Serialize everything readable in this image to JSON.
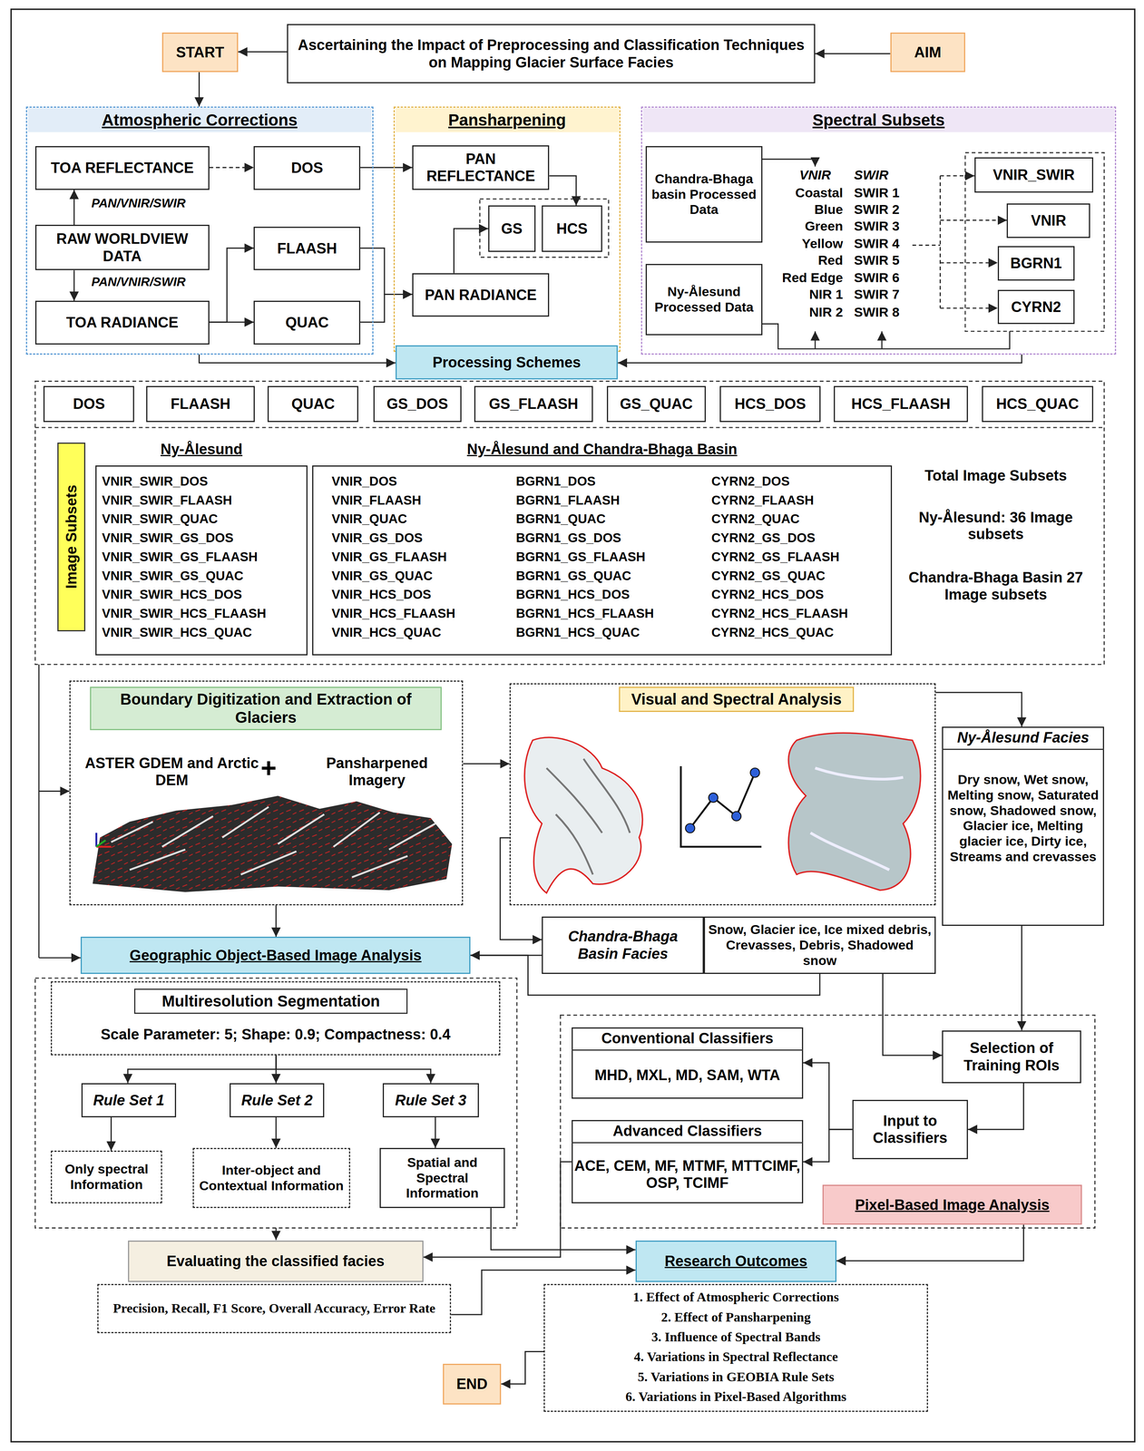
{
  "diagram": {
    "nodes": [
      {
        "text": [
          "Ascertaining the Impact of Preprocessing and Classification Techniques on Mapping Glacier Surface Facies"
        ]
      },
      {
        "text": [
          "START"
        ]
      },
      {
        "text": [
          "AIM"
        ]
      },
      {
        "text": [
          "Atmospheric Corrections"
        ]
      },
      {
        "text": [
          "TOA REFLECTANCE"
        ],
        "in": 3
      },
      {
        "text": [
          "DOS"
        ],
        "in": 3
      },
      {
        "text": [
          "RAW WORLDVIEW DATA"
        ],
        "in": 3
      },
      {
        "text": [
          "TOA RADIANCE"
        ],
        "in": 3
      },
      {
        "text": [
          "FLAASH"
        ],
        "in": 3
      },
      {
        "text": [
          "QUAC"
        ],
        "in": 3
      },
      {
        "text": [
          "Pansharpening"
        ]
      },
      {
        "text": [
          "PAN REFLECTANCE"
        ],
        "in": 10
      },
      {
        "text": [
          "GS"
        ],
        "in": 10
      },
      {
        "text": [
          "HCS"
        ],
        "in": 10
      },
      {
        "text": [
          "PAN RADIANCE"
        ],
        "in": 10
      },
      {
        "text": [
          "Spectral Subsets"
        ]
      },
      {
        "text": [
          "Chandra-Bhaga basin Processed Data"
        ],
        "in": 15
      },
      {
        "text": [
          "Ny-Ålesund Processed Data"
        ],
        "in": 15
      },
      {
        "text": [
          "VNIR_SWIR"
        ],
        "in": 15
      },
      {
        "text": [
          "VNIR"
        ],
        "in": 15
      },
      {
        "text": [
          "BGRN1"
        ],
        "in": 15
      },
      {
        "text": [
          "CYRN2"
        ],
        "in": 15
      },
      {
        "text": [
          "Processing Schemes"
        ]
      },
      {
        "text": [
          "DOS"
        ]
      },
      {
        "text": [
          "FLAASH"
        ]
      },
      {
        "text": [
          "QUAC"
        ]
      },
      {
        "text": [
          "GS_DOS"
        ]
      },
      {
        "text": [
          "GS_FLAASH"
        ]
      },
      {
        "text": [
          "GS_QUAC"
        ]
      },
      {
        "text": [
          "HCS_DOS"
        ]
      },
      {
        "text": [
          "HCS_FLAASH"
        ]
      },
      {
        "text": [
          "HCS_QUAC"
        ]
      },
      {
        "text": [
          "Image Subsets"
        ]
      },
      {
        "text": [
          "Ny-Ålesund",
          "VNIR_SWIR_DOS",
          "VNIR_SWIR_FLAASH",
          "VNIR_SWIR_QUAC",
          "VNIR_SWIR_GS_DOS",
          "VNIR_SWIR_GS_FLAASH",
          "VNIR_SWIR_GS_QUAC",
          "VNIR_SWIR_HCS_DOS",
          "VNIR_SWIR_HCS_FLAASH",
          "VNIR_SWIR_HCS_QUAC"
        ]
      },
      {
        "text": [
          "Ny-Ålesund and Chandra-Bhaga Basin",
          "VNIR_DOS",
          "VNIR_FLAASH",
          "VNIR_QUAC",
          "VNIR_GS_DOS",
          "VNIR_GS_FLAASH",
          "VNIR_GS_QUAC",
          "VNIR_HCS_DOS",
          "VNIR_HCS_FLAASH",
          "VNIR_HCS_QUAC",
          "BGRN1_DOS",
          "BGRN1_FLAASH",
          "BGRN1_QUAC",
          "BGRN1_GS_DOS",
          "BGRN1_GS_FLAASH",
          "BGRN1_GS_QUAC",
          "BGRN1_HCS_DOS",
          "BGRN1_HCS_FLAASH",
          "BGRN1_HCS_QUAC",
          "CYRN2_DOS",
          "CYRN2_FLAASH",
          "CYRN2_QUAC",
          "CYRN2_GS_DOS",
          "CYRN2_GS_FLAASH",
          "CYRN2_GS_QUAC",
          "CYRN2_HCS_DOS",
          "CYRN2_HCS_FLAASH",
          "CYRN2_HCS_QUAC"
        ]
      },
      {
        "text": [
          "Boundary Digitization and Extraction of Glaciers",
          "ASTER GDEM and Arctic DEM",
          "+",
          "Pansharpened Imagery"
        ]
      },
      {
        "text": [
          "Visual and Spectral Analysis"
        ]
      },
      {
        "text": [
          "Ny-Ålesund Facies",
          "Dry snow, Wet snow, Melting snow, Saturated snow, Shadowed snow, Glacier ice, Melting glacier ice, Dirty ice, Streams and crevasses"
        ]
      },
      {
        "text": [
          "Chandra-Bhaga Basin Facies"
        ]
      },
      {
        "text": [
          "Snow, Glacier ice, Ice mixed debris, Crevasses, Debris, Shadowed snow"
        ]
      },
      {
        "text": [
          "Geographic Object-Based Image Analysis"
        ]
      },
      {
        "text": [
          "Multiresolution Segmentation",
          "Scale Parameter: 5; Shape: 0.9; Compactness: 0.4"
        ]
      },
      {
        "text": [
          "Rule Set 1"
        ]
      },
      {
        "text": [
          "Rule Set 2"
        ]
      },
      {
        "text": [
          "Rule Set 3"
        ]
      },
      {
        "text": [
          "Only spectral Information"
        ]
      },
      {
        "text": [
          "Inter-object and Contextual Information"
        ]
      },
      {
        "text": [
          "Spatial and Spectral Information"
        ]
      },
      {
        "text": [
          "Conventional Classifiers",
          "MHD, MXL, MD, SAM, WTA"
        ]
      },
      {
        "text": [
          "Advanced Classifiers",
          "ACE, CEM, MF, MTMF, MTTCIMF, OSP, TCIMF"
        ]
      },
      {
        "text": [
          "Selection of Training ROIs"
        ]
      },
      {
        "text": [
          "Input to Classifiers"
        ]
      },
      {
        "text": [
          "Pixel-Based Image Analysis"
        ]
      },
      {
        "text": [
          "Evaluating the classified facies"
        ]
      },
      {
        "text": [
          "Precision, Recall, F1 Score, Overall Accuracy, Error Rate"
        ]
      },
      {
        "text": [
          "Research Outcomes"
        ]
      },
      {
        "text": [
          "1. Effect of Atmospheric Corrections",
          "2. Effect of Pansharpening",
          "3. Influence of Spectral Bands",
          "4. Variations in Spectral Reflectance",
          "5. Variations in GEOBIA Rule Sets",
          "6. Variations in Pixel-Based Algorithms"
        ]
      },
      {
        "text": [
          "END"
        ]
      }
    ],
    "edges": [
      {
        "from": 2,
        "to": 0,
        "arrow": "to"
      },
      {
        "from": 0,
        "to": 1,
        "arrow": "to"
      },
      {
        "from": 1,
        "to": 3,
        "arrow": "to"
      },
      {
        "from": 4,
        "to": 5,
        "arrow": "to"
      },
      {
        "from": 6,
        "to": 4,
        "arrow": "to",
        "label": "PAN/VNIR/SWIR"
      },
      {
        "from": 6,
        "to": 7,
        "arrow": "to",
        "label": "PAN/VNIR/SWIR"
      },
      {
        "from": 7,
        "to": 8,
        "arrow": "to"
      },
      {
        "from": 7,
        "to": 9,
        "arrow": "to"
      },
      {
        "from": 5,
        "to": 11,
        "arrow": "to"
      },
      {
        "from": 8,
        "to": 14,
        "arrow": "to"
      },
      {
        "from": 9,
        "to": 14,
        "arrow": "to"
      },
      {
        "from": 11,
        "to": 13,
        "arrow": "to"
      },
      {
        "from": 14,
        "to": 12,
        "arrow": "to"
      },
      {
        "from": 3,
        "to": 22,
        "arrow": "to"
      },
      {
        "from": 10,
        "to": 22,
        "arrow": "to"
      },
      {
        "from": 15,
        "to": 22,
        "arrow": "to"
      },
      {
        "from": 35,
        "to": 36,
        "arrow": "to"
      },
      {
        "from": 35,
        "to": 40,
        "arrow": "to"
      },
      {
        "from": 36,
        "to": 37,
        "arrow": "to"
      },
      {
        "from": 36,
        "to": 38,
        "arrow": "to"
      },
      {
        "from": 38,
        "to": 40,
        "arrow": "to"
      },
      {
        "from": 39,
        "to": 40,
        "arrow": "to"
      },
      {
        "from": 37,
        "to": 50,
        "arrow": "to"
      },
      {
        "from": 39,
        "to": 50,
        "arrow": "to"
      },
      {
        "from": 50,
        "to": 51,
        "arrow": "to"
      },
      {
        "from": 51,
        "to": 48,
        "arrow": "to"
      },
      {
        "from": 51,
        "to": 49,
        "arrow": "to"
      },
      {
        "from": 41,
        "to": 42,
        "arrow": "to"
      },
      {
        "from": 41,
        "to": 43,
        "arrow": "to"
      },
      {
        "from": 41,
        "to": 44,
        "arrow": "to"
      },
      {
        "from": 42,
        "to": 45,
        "arrow": "to"
      },
      {
        "from": 43,
        "to": 46,
        "arrow": "to"
      },
      {
        "from": 44,
        "to": 47,
        "arrow": "to"
      },
      {
        "from": 49,
        "to": 53,
        "arrow": "to"
      },
      {
        "from": 47,
        "to": 55,
        "arrow": "to"
      },
      {
        "from": 54,
        "to": 55,
        "arrow": "to"
      },
      {
        "from": 52,
        "to": 55,
        "arrow": "to"
      },
      {
        "from": 56,
        "to": 57,
        "arrow": "to"
      }
    ],
    "labels": [
      "VNIR",
      "Coastal",
      "Blue",
      "Green",
      "Yellow",
      "Red",
      "Red Edge",
      "NIR 1",
      "NIR 2",
      "SWIR",
      "SWIR 1",
      "SWIR 2",
      "SWIR 3",
      "SWIR 4",
      "SWIR 5",
      "SWIR 6",
      "SWIR 7",
      "SWIR 8",
      "Total Image Subsets",
      "Ny-Ålesund: 36 Image subsets",
      "Chandra-Bhaga Basin 27 Image subsets"
    ]
  }
}
